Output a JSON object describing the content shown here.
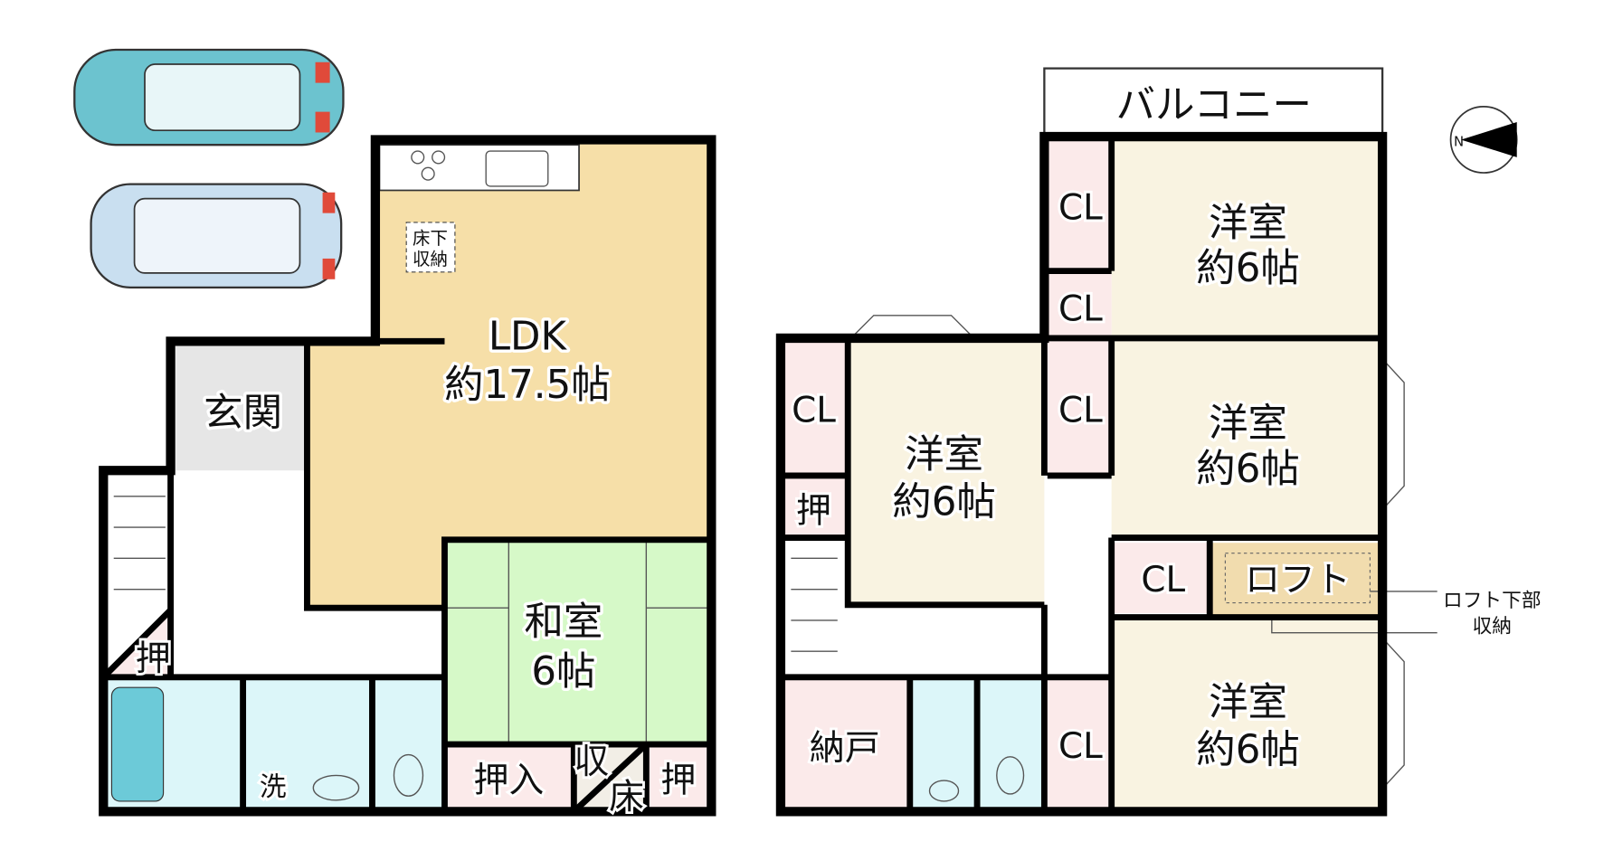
{
  "floor1": {
    "ldk": {
      "name": "LDK",
      "size": "約17.5帖"
    },
    "underfloor_storage": {
      "line1": "床下",
      "line2": "収納"
    },
    "entrance": "玄関",
    "washitsu": {
      "name": "和室",
      "size": "6帖"
    },
    "oshiire": "押入",
    "oshi_small_1": "押",
    "oshi_small_2": "押",
    "storage": "収",
    "toko": "床",
    "washroom": "洗"
  },
  "floor2": {
    "balcony": "バルコニー",
    "room_ne": {
      "name": "洋室",
      "size": "約6帖"
    },
    "room_e": {
      "name": "洋室",
      "size": "約6帖"
    },
    "room_w": {
      "name": "洋室",
      "size": "約6帖"
    },
    "room_se": {
      "name": "洋室",
      "size": "約6帖"
    },
    "closets": [
      "CL",
      "CL",
      "CL",
      "CL",
      "CL",
      "CL"
    ],
    "oshi": "押",
    "nando": "納戸",
    "loft": "ロフト",
    "loft_note": {
      "line1": "ロフト下部",
      "line2": "収納"
    }
  },
  "compass": {
    "label": "N"
  },
  "colors": {
    "ldk": "#f6dfa8",
    "washitsu": "#d6f9c8",
    "western": "#f9f3e1",
    "closet": "#fbeaea",
    "bath": "#dcf6f9",
    "entrance": "#e6e6e6",
    "loft": "#f1dcae",
    "car1": "#6cc3cf",
    "car2": "#c9dff0"
  }
}
